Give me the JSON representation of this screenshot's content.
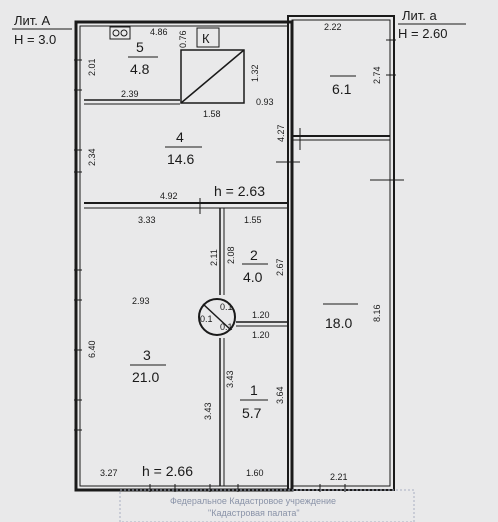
{
  "litera_main": {
    "name": "Лит. А",
    "height": "H = 3.0"
  },
  "litera_annex": {
    "name": "Лит. а",
    "height": "H = 2.60"
  },
  "rooms": [
    {
      "num": "5",
      "area": "4.8"
    },
    {
      "num": "4",
      "area": "14.6"
    },
    {
      "num": "2",
      "area": "4.0"
    },
    {
      "num": "3",
      "area": "21.0"
    },
    {
      "num": "1",
      "area": "5.7"
    },
    {
      "area": "6.1"
    },
    {
      "area": "18.0"
    }
  ],
  "stove_label": "К",
  "floor_heights": [
    "h = 2.63",
    "h = 2.66"
  ],
  "dimensions": [
    "4.86",
    "0.76",
    "2.01",
    "1.32",
    "2.39",
    "1.58",
    "0.93",
    "2.34",
    "4.27",
    "4.92",
    "3.33",
    "1.55",
    "2.11",
    "2.08",
    "2.67",
    "2.93",
    "0.1",
    "0.1",
    "0.1",
    "1.20",
    "1.20",
    "6.40",
    "3.43",
    "3.43",
    "3.64",
    "3.27",
    "1.60",
    "2.22",
    "2.74",
    "8.16",
    "2.21"
  ],
  "stamp": {
    "line1": "Федеральное Кадастровое учреждение",
    "line2": "\"Кадастровая палата\""
  }
}
